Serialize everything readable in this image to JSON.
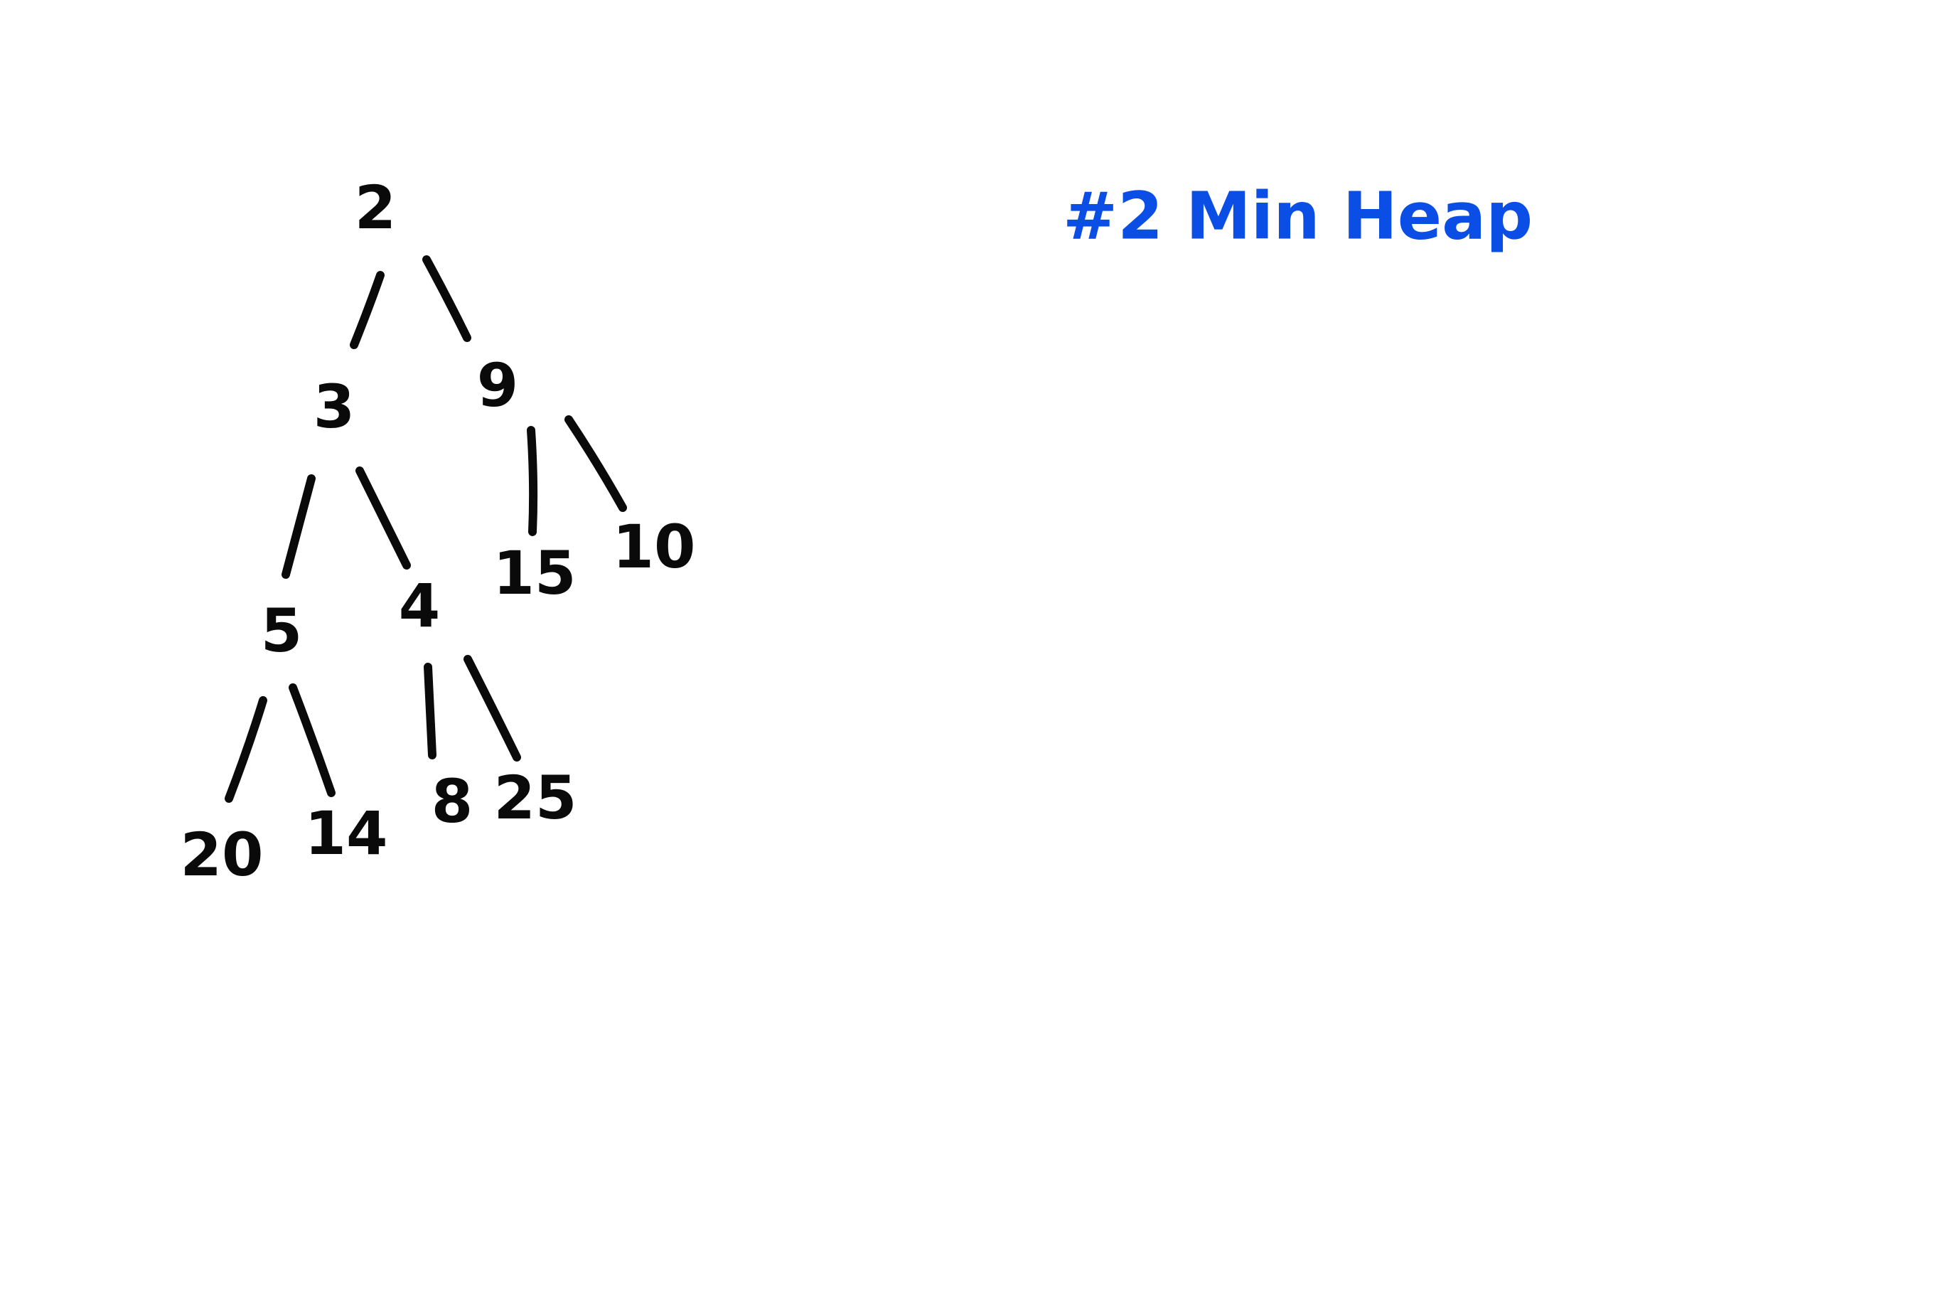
{
  "title": "#2 Min Heap",
  "colors": {
    "ink": "#0a0a0a",
    "title": "#0a4ee6",
    "background": "#ffffff"
  },
  "heap": {
    "root": {
      "value": "2",
      "left": {
        "value": "3",
        "left": {
          "value": "5",
          "left": {
            "value": "20"
          },
          "right": {
            "value": "14"
          }
        },
        "right": {
          "value": "4",
          "left": {
            "value": "8"
          },
          "right": {
            "value": "25"
          }
        }
      },
      "right": {
        "value": "9",
        "left": {
          "value": "15"
        },
        "right": {
          "value": "10"
        }
      }
    }
  }
}
